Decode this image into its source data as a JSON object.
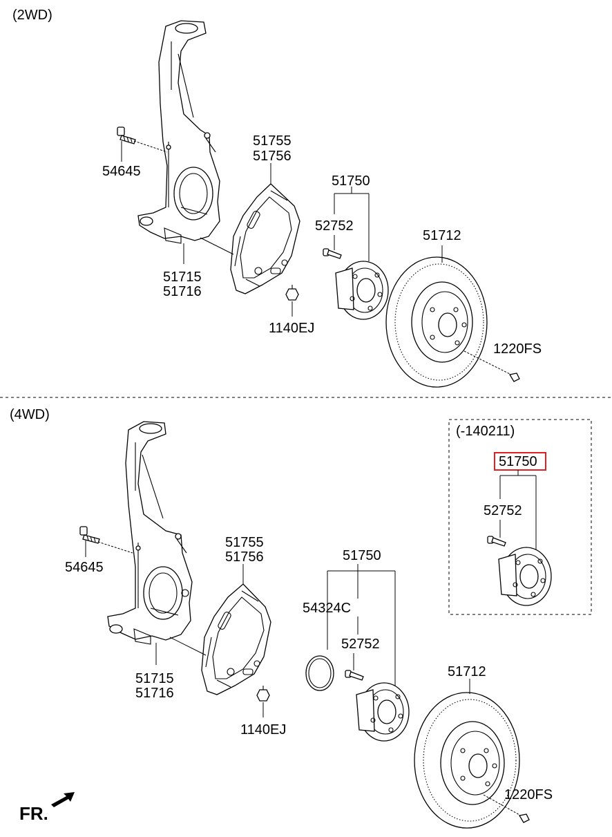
{
  "sections": {
    "top_label": "(2WD)",
    "bottom_label": "(4WD)",
    "inset_label": "(-140211)"
  },
  "parts_2wd": {
    "bolt": "54645",
    "shield_a": "51755",
    "shield_b": "51756",
    "hub_assy": "51750",
    "hub_bolt": "52752",
    "disc": "51712",
    "knuckle_a": "51715",
    "knuckle_b": "51716",
    "shield_bolt": "1140EJ",
    "disc_screw": "1220FS"
  },
  "parts_4wd": {
    "bolt": "54645",
    "shield_a": "51755",
    "shield_b": "51756",
    "hub_assy": "51750",
    "seal_ring": "54324C",
    "hub_bolt": "52752",
    "disc": "51712",
    "knuckle_a": "51715",
    "knuckle_b": "51716",
    "shield_bolt": "1140EJ",
    "disc_screw": "1220FS"
  },
  "inset": {
    "hub_assy": "51750",
    "hub_bolt": "52752"
  },
  "front_indicator": "FR.",
  "highlight_color": "#e02020"
}
